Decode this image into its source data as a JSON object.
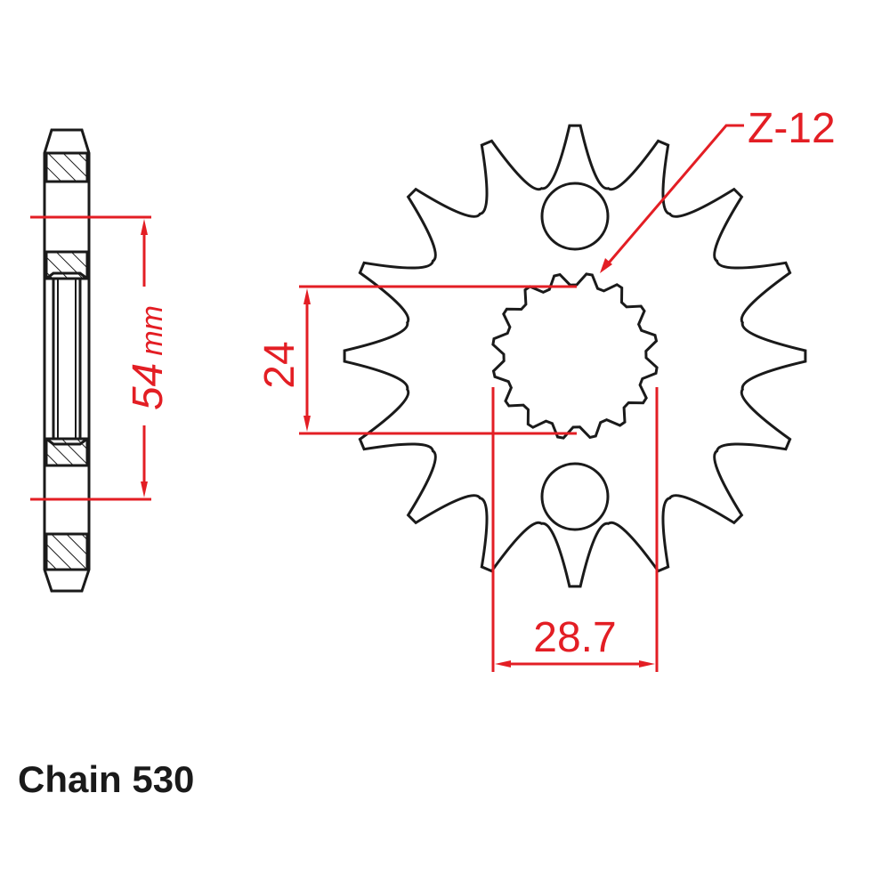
{
  "drawing": {
    "type": "sprocket technical drawing",
    "line_color": "#1a1a1a",
    "dimension_color": "#e31e24",
    "side_view": {
      "dimension_value": "54",
      "dimension_unit": "mm",
      "dimension_label": "54 mm"
    },
    "front_view": {
      "spline_label": "Z-12",
      "spline_height_label": "24",
      "spline_width_label": "28.7",
      "mounting_holes": 2
    },
    "caption": "Chain 530"
  }
}
